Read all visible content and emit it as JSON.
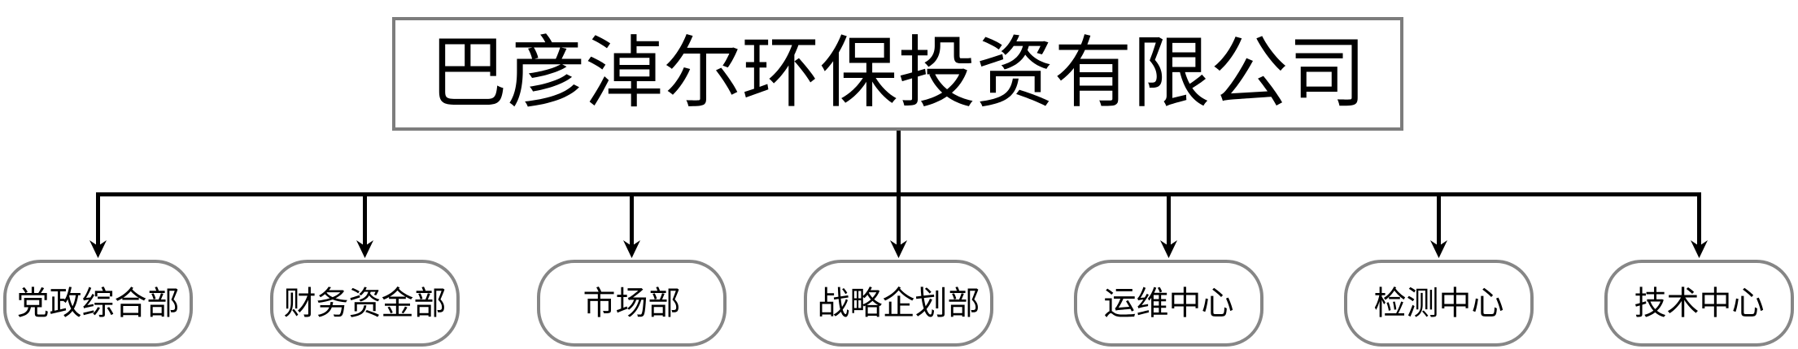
{
  "org_chart": {
    "type": "organization-tree",
    "root": {
      "label": "巴彦淖尔环保投资有限公司"
    },
    "departments": [
      {
        "label": "党政综合部"
      },
      {
        "label": "财务资金部"
      },
      {
        "label": "市场部"
      },
      {
        "label": "战略企划部"
      },
      {
        "label": "运维中心"
      },
      {
        "label": "检测中心"
      },
      {
        "label": "技术中心"
      }
    ],
    "colors": {
      "background": "#ffffff",
      "connector_line": "#000000",
      "root_box_border": "#7d7d7d",
      "department_border": "#868686",
      "text": "#000000"
    }
  }
}
